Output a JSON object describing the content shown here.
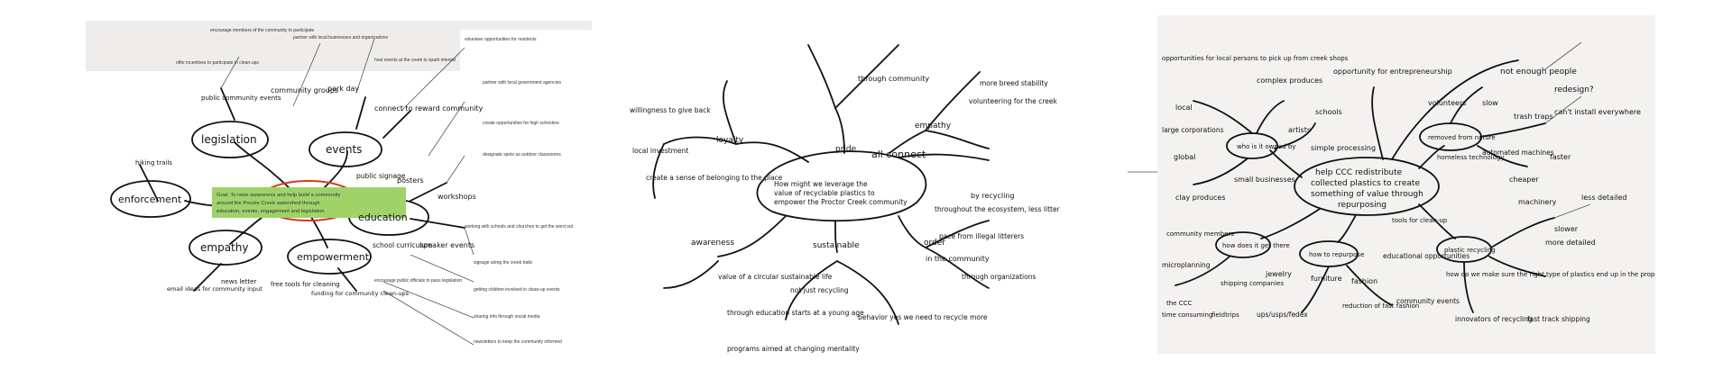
{
  "panel1": {
    "center_note": [
      "Goal: To raise awareness and help build a community",
      "around the Proctor Creek watershed through",
      "education, events, engagement and legislation"
    ],
    "nodes": {
      "legislation": "legislation",
      "events": "events",
      "enforcement": "enforcement",
      "empathy": "empathy",
      "empowerment": "empowerment",
      "education": "education"
    },
    "hand_labels": {
      "hiking_trails": "hiking trails",
      "community_groups": "community groups",
      "public_community_events": "public community events",
      "park_day": "park day",
      "connect_to_reward": "connect to reward community",
      "public_signage": "public signage",
      "posters": "posters",
      "workshops": "workshops",
      "school_curriculum": "school curriculum",
      "speaker_events": "speaker events",
      "email_ideas": "email ideas for community input",
      "newsletter": "news letter",
      "free_tools": "free tools for cleaning",
      "funding": "funding for community clean-ups"
    },
    "notes": [
      "encourage members of the community to participate",
      "partner with local businesses and organizations",
      "host events at the creek to spark interest",
      "volunteer opportunities for residents",
      "offer incentives to participate in clean-ups",
      "create opportunities for high schoolers",
      "working with schools and churches to get the word out",
      "designate spots as outdoor classrooms",
      "getting children involved in clean-up events",
      "sharing info through social media",
      "newsletters to keep the community informed",
      "signage along the creek trails",
      "encourage public officials to pass legislation",
      "partner with local government agencies"
    ]
  },
  "panel2": {
    "question": [
      "How might we leverage the",
      "value of recyclable plastics to",
      "empower the Proctor Creek community"
    ],
    "labels": {
      "all_connect": "all connect",
      "pride": "pride",
      "loyalty": "loyalty",
      "empathy": "empathy",
      "awareness": "awareness",
      "sustainable": "sustainable",
      "order": "order",
      "in_community": "in the community",
      "through_community": "through community",
      "by_recycling": "by recycling",
      "volunteering": "volunteering for the creek",
      "more_breed": "more breed stability",
      "local_investment": "local investment",
      "create_sense": "create a sense of belonging to the place",
      "willingness": "willingness to give back",
      "through_ecosystem": "throughout the ecosystem, less litter",
      "pace_illegal": "pace from illegal litterers",
      "through_organizations": "through organizations",
      "education_young": "through education starts at a young age",
      "programs": "programs aimed at changing mentality",
      "value_circular": "value of a circular sustainable life",
      "net_recycle": "not just recycling",
      "behavior": "behavior yes we need to recycle more"
    }
  },
  "panel3": {
    "center": [
      "help CCC redistribute",
      "collected plastics to create",
      "something of value through",
      "repurposing"
    ],
    "labels": {
      "who_is_it_owned": "who is it owned by",
      "how_does_get_there": "how does it get there",
      "how_to_repurpose": "how to repurpose",
      "removed_from_nature": "removed from nature",
      "plastic_recycling": "plastic recycling",
      "opportunities_local": "opportunities for local persons to pick up from creek shops",
      "complex_produces": "complex produces",
      "opportunity_entrepreneurship": "opportunity for entrepreneurship",
      "not_enough_people": "not enough people",
      "redesign": "redesign?",
      "volunteers": "volunteers",
      "slow": "slow",
      "trash_traps": "trash traps",
      "cant_install": "can't install everywhere",
      "local": "local",
      "large_corporations": "large corporations",
      "global": "global",
      "small_businesses": "small businesses",
      "clay_produces": "clay produces",
      "schools": "schools",
      "artists": "artists",
      "simple_processing": "simple processing",
      "homeless_technology": "homeless technology",
      "automated_machines": "automated machines",
      "faster": "faster",
      "cheaper": "cheaper",
      "machinery": "machinery",
      "less_detailed": "less detailed",
      "slower": "slower",
      "more_detailed": "more detailed",
      "how_do_we_make": "how do we make sure the right type of plastics end up in the proper upcycler?",
      "innovators": "innovators of recycling",
      "fast_track": "fast track shipping",
      "educational": "educational opportunities",
      "community_events": "community events",
      "reduction_fashion": "reduction of fast fashion",
      "furniture": "furniture",
      "fashion": "fashion",
      "jewelry": "jewelry",
      "shipping_companies": "shipping companies",
      "community_members": "community members",
      "microplanning": "microplanning",
      "ups": "ups/usps/fedex",
      "fieldtrips": "fieldtrips",
      "time_consuming": "time consuming",
      "tools_clean": "tools for clean-up",
      "the_ccc": "the CCC"
    }
  }
}
